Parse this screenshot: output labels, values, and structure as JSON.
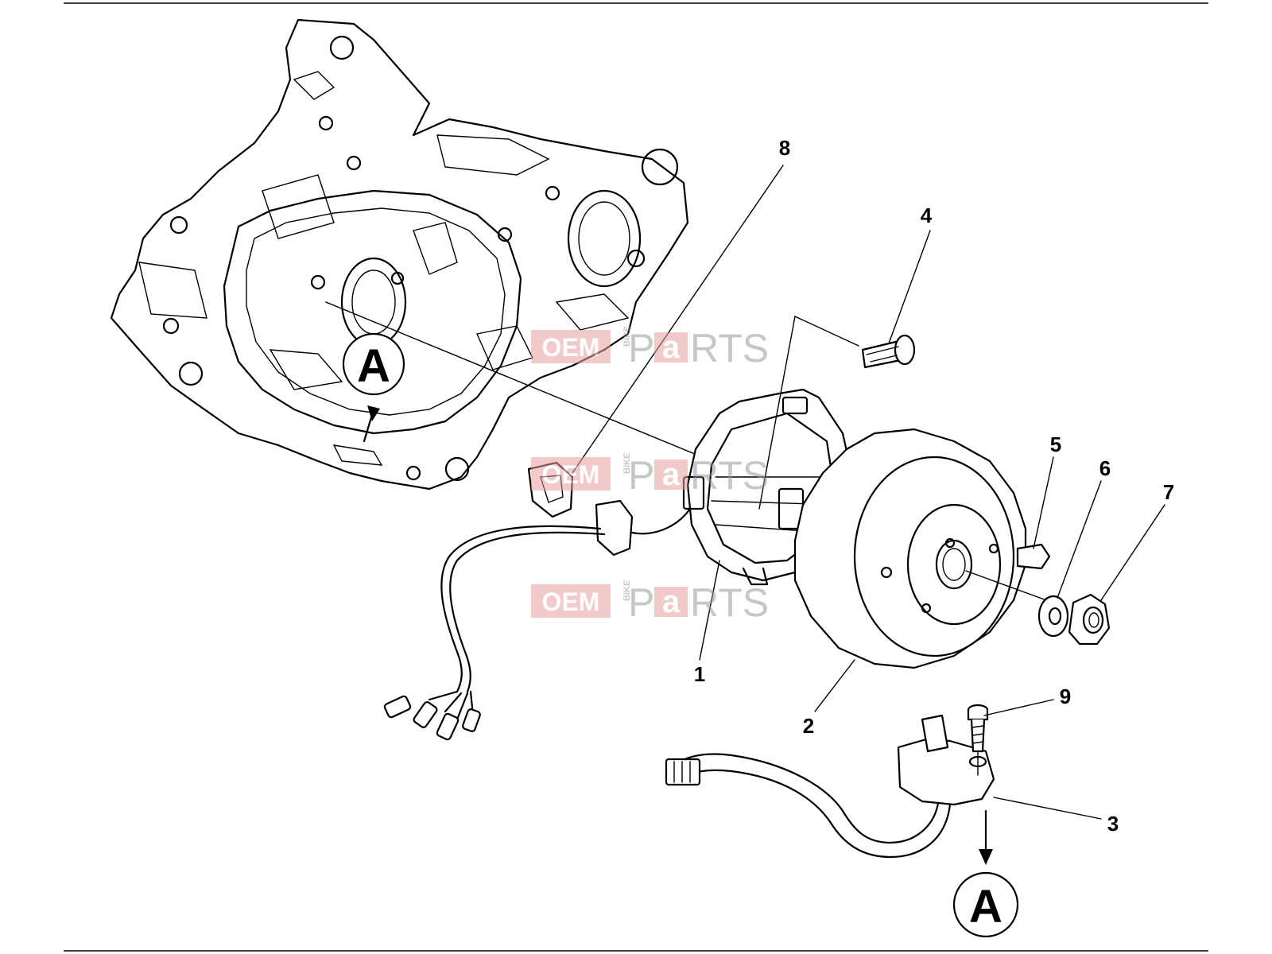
{
  "diagram": {
    "callouts": [
      {
        "id": "1",
        "label": "1"
      },
      {
        "id": "2",
        "label": "2"
      },
      {
        "id": "3",
        "label": "3"
      },
      {
        "id": "4",
        "label": "4"
      },
      {
        "id": "5",
        "label": "5"
      },
      {
        "id": "6",
        "label": "6"
      },
      {
        "id": "7",
        "label": "7"
      },
      {
        "id": "8",
        "label": "8"
      },
      {
        "id": "9",
        "label": "9"
      }
    ],
    "markers": [
      {
        "id": "A-top",
        "label": "A"
      },
      {
        "id": "A-bottom",
        "label": "A"
      }
    ]
  },
  "watermark": {
    "oem": "OEM",
    "bike": "BIKE",
    "p": "P",
    "a": "a",
    "rts": "RTS",
    "accent": "#e8a0a0",
    "gray": "#9a9a9a"
  },
  "colors": {
    "line": "#000000",
    "background": "#ffffff"
  }
}
